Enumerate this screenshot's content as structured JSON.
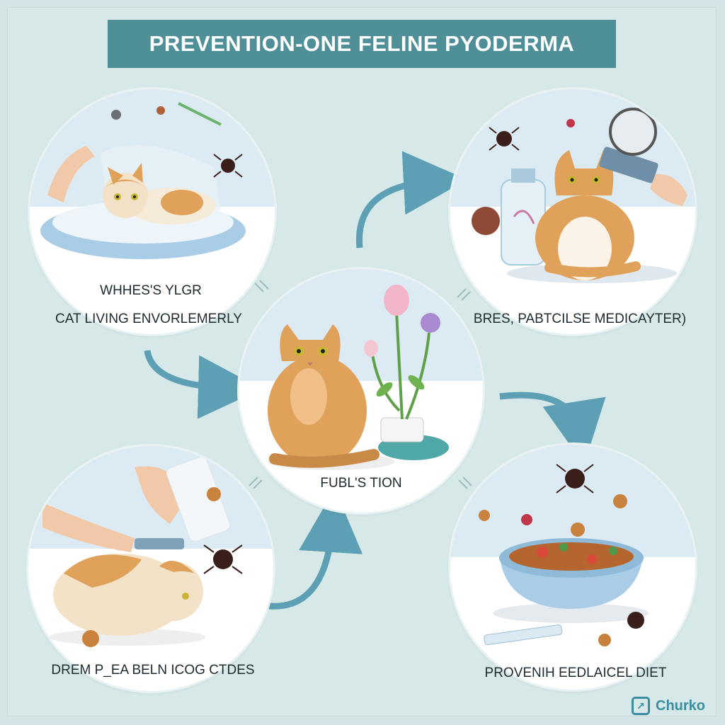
{
  "title": "PREVENTION-ONE FELINE PYODERMA",
  "steps": {
    "top_left": {
      "line1": "WHHES'S YLGR",
      "line2": "CAT LIVING ENVORLEMERLY"
    },
    "top_right": {
      "label": "BRES, PABTCILSE MEDICAYTER)"
    },
    "center": {
      "label": "FUBL'S TION"
    },
    "bottom_left": {
      "label": "DREM P_EA BELN ICOG CTDES"
    },
    "bottom_right": {
      "label": "PROVENIH EEDLAICEL DIET"
    }
  },
  "logo": {
    "text": "Churko",
    "icon": "logo-mark-icon"
  },
  "colors": {
    "background": "#d6e8e8",
    "banner": "#4f8f98",
    "arrow": "#5d9fb4",
    "cat_orange": "#e0a25a"
  }
}
